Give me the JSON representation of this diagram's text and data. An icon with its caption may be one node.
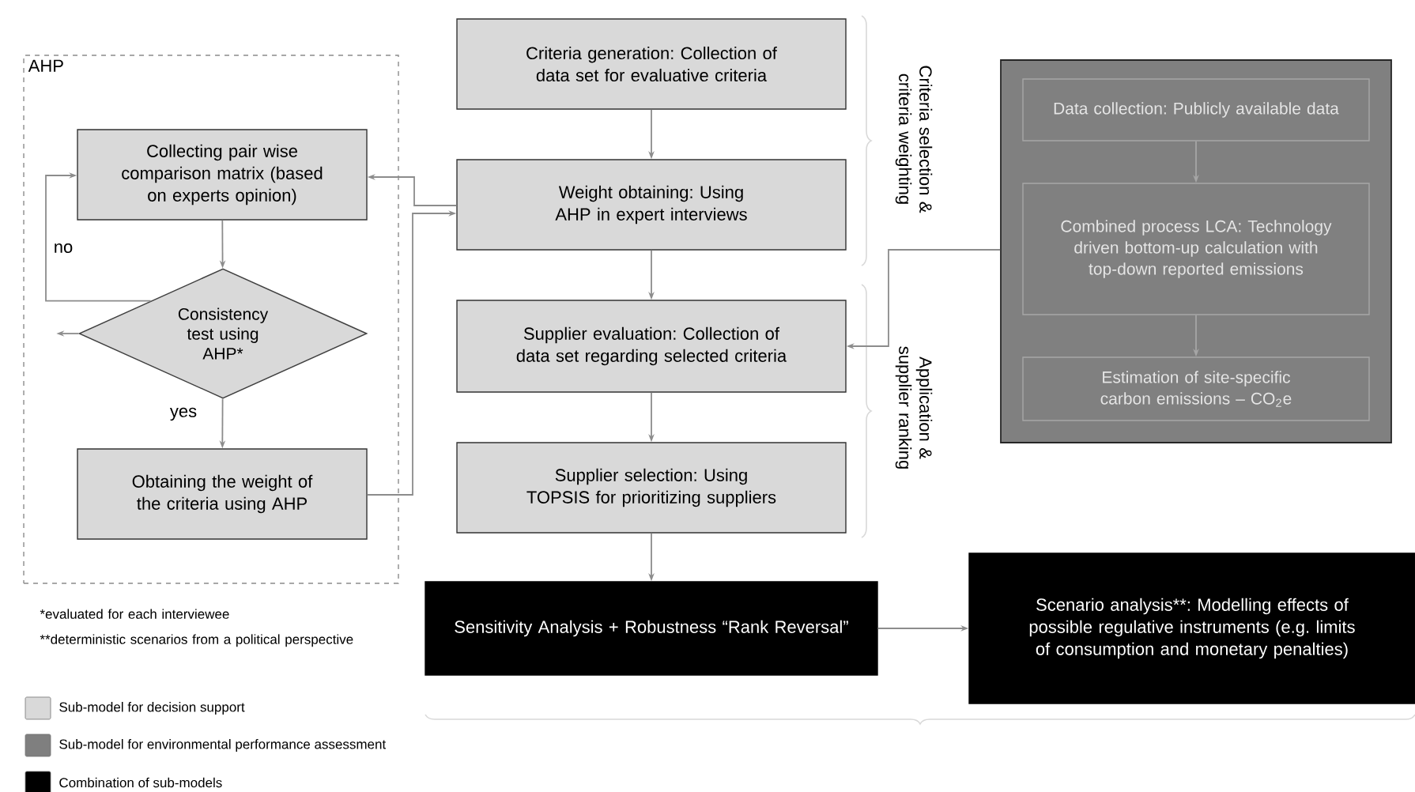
{
  "diagram": {
    "nodes": [
      {
        "text": [
          "AHP"
        ]
      },
      {
        "text": [
          "Collecting pair wise comparison matrix (based on experts opinion)"
        ],
        "in": 0
      },
      {
        "text": [
          "Consistency test using AHP*"
        ],
        "in": 0
      },
      {
        "text": [
          "Obtaining the weight of the criteria using AHP"
        ],
        "in": 0
      },
      {
        "text": [
          "Criteria generation: Collection of data set for evaluative criteria"
        ]
      },
      {
        "text": [
          "Weight obtaining: Using AHP in expert interviews"
        ]
      },
      {
        "text": [
          "Supplier evaluation: Collection of data set regarding selected criteria"
        ]
      },
      {
        "text": [
          "Supplier selection: Using TOPSIS for prioritizing suppliers"
        ]
      },
      {
        "text": [],
        "shape": "box"
      },
      {
        "text": [
          "Data collection: Publicly available data"
        ],
        "in": 8
      },
      {
        "text": [
          "Combined process LCA: Technology driven bottom-up calculation with top-down reported emissions"
        ],
        "in": 8
      },
      {
        "text": [
          "Estimation of site-specific carbon emissions – CO$_{2}$e"
        ],
        "in": 8
      },
      {
        "text": [
          "Sensitivity Analysis + Robustness “Rank Reversal”"
        ]
      },
      {
        "text": [
          "Scenario analysis**: Modelling effects of possible regulative instruments (e.g. limits of consumption and monetary penalties)"
        ]
      }
    ],
    "edges": [
      {
        "from": 1,
        "to": 2,
        "arrow": "to"
      },
      {
        "from": 2,
        "to": 3,
        "arrow": "to",
        "label": "yes"
      },
      {
        "from": 2,
        "to": 1,
        "arrow": "to",
        "label": "no"
      },
      {
        "from": 2,
        "to": null,
        "arrow": "to"
      },
      {
        "from": 5,
        "to": 1,
        "arrow": "to"
      },
      {
        "from": 3,
        "to": 5,
        "arrow": "to"
      },
      {
        "from": 4,
        "to": 5,
        "arrow": "to"
      },
      {
        "from": 5,
        "to": 6,
        "arrow": "to"
      },
      {
        "from": 6,
        "to": 7,
        "arrow": "to"
      },
      {
        "from": 7,
        "to": 12,
        "arrow": "to"
      },
      {
        "from": 8,
        "to": 6,
        "arrow": "to"
      },
      {
        "from": 9,
        "to": 10,
        "arrow": "to",
        "color": "#a6a6a6"
      },
      {
        "from": 10,
        "to": 11,
        "arrow": "to",
        "color": "#a6a6a6"
      },
      {
        "from": 12,
        "to": 13,
        "arrow": "to"
      }
    ],
    "labels": [
      "Criteria selection & criteria weighting",
      "Application & supplier ranking",
      "*evaluated for each interviewee",
      "**deterministic scenarios from a political perspective"
    ],
    "legend": [
      {
        "text": "Sub-model for decision support",
        "color": "#d9d9d9"
      },
      {
        "text": "Sub-model for environmental performance assessment",
        "color": "#7f7f7f"
      },
      {
        "text": "Combination of sub-models",
        "color": "#000000"
      }
    ]
  }
}
